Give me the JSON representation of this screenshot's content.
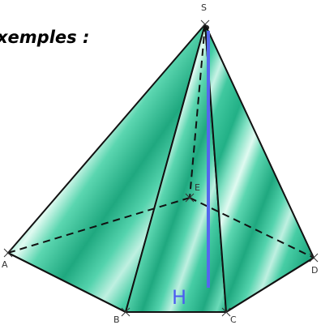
{
  "heading": "xemples :",
  "colors": {
    "face_fill_light": "#c8f3e6",
    "face_fill_mid": "#4fd2ab",
    "face_fill_dark": "#1faa80",
    "edge": "#111111",
    "height_line": "#5566ee",
    "height_label": "#4c5cf0"
  },
  "vertices": {
    "S": "S",
    "A": "A",
    "B": "B",
    "C": "C",
    "D": "D",
    "E": "E"
  },
  "height": {
    "label": "H"
  }
}
